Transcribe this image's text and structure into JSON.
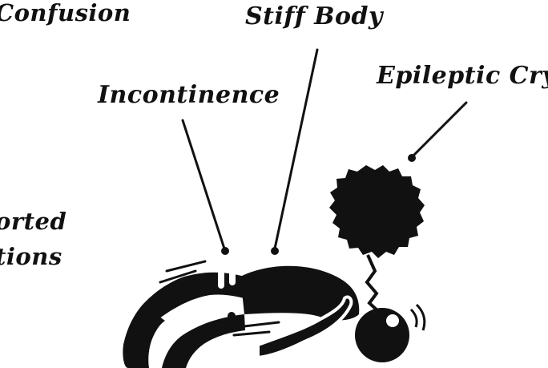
{
  "labels": {
    "confusion": "Confusion",
    "stiff_body": "Stiff Body",
    "epileptic_cry": "Epileptic Cry",
    "incontinence": "Incontinence",
    "distorted_line1": "orted",
    "distorted_line2": "tions"
  },
  "colors": {
    "ink": "#111111",
    "background": "#ffffff"
  }
}
